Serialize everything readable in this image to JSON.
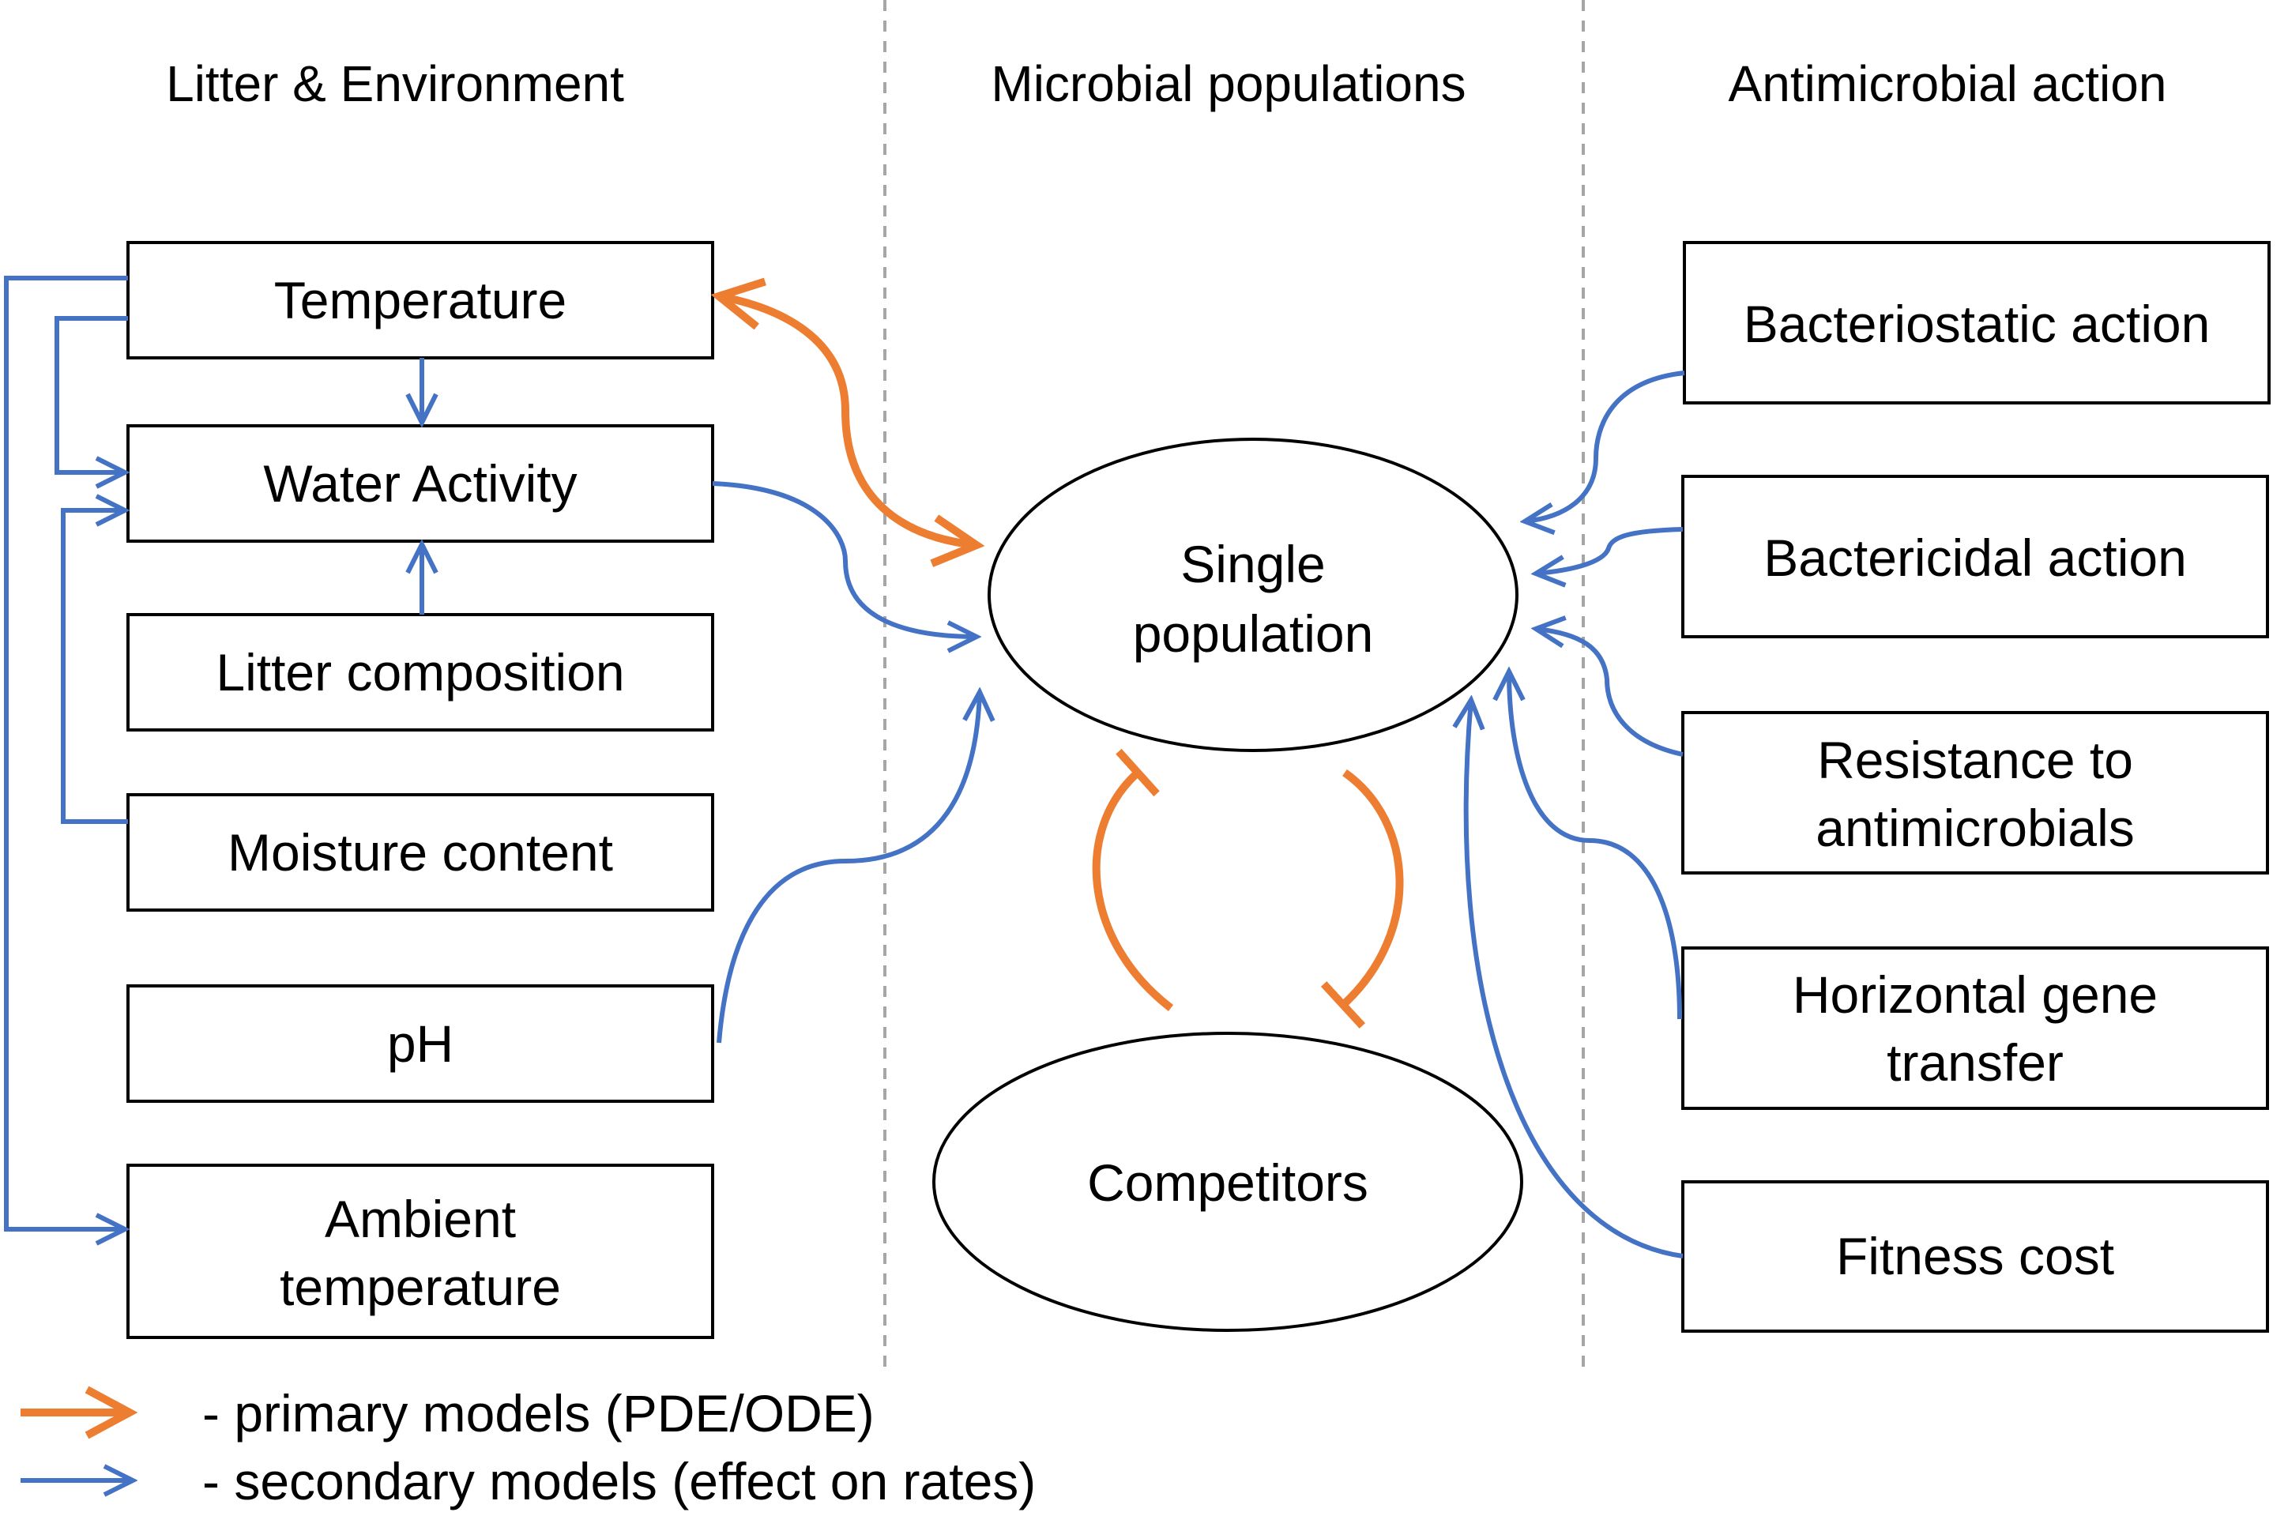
{
  "headings": {
    "left": "Litter & Environment",
    "middle": "Microbial populations",
    "right": "Antimicrobial action"
  },
  "nodes": {
    "temperature": "Temperature",
    "water_activity": "Water Activity",
    "litter_composition": "Litter composition",
    "moisture_content": "Moisture content",
    "ph": "pH",
    "ambient_temperature": [
      "Ambient",
      "temperature"
    ],
    "single_population": [
      "Single",
      "population"
    ],
    "competitors": "Competitors",
    "bacteriostatic": "Bacteriostatic action",
    "bactericidal": "Bactericidal action",
    "resistance": [
      "Resistance to",
      "antimicrobials"
    ],
    "hgt": [
      "Horizontal gene",
      "transfer"
    ],
    "fitness_cost": "Fitness cost"
  },
  "legend": {
    "primary": "- primary models (PDE/ODE)",
    "secondary": "- secondary models (effect on rates)"
  },
  "colors": {
    "primary": "#ed7d31",
    "secondary": "#4472c4",
    "divider": "#a6a6a6"
  }
}
